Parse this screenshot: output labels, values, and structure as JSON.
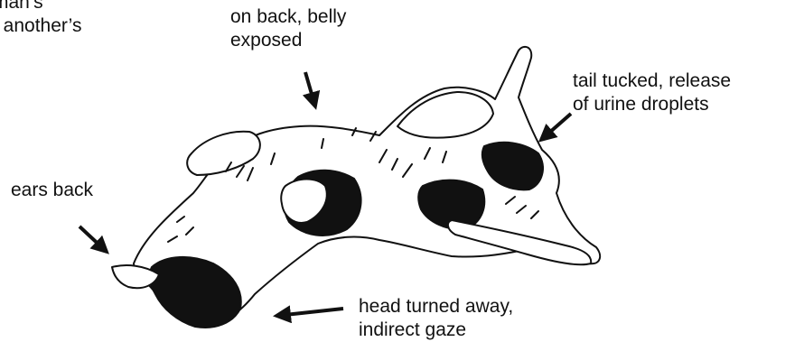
{
  "labels": {
    "top_left_partial": "man’s\nt another’s",
    "on_back": "on back, belly\nexposed",
    "tail": "tail tucked, release\nof urine droplets",
    "ears": "ears back",
    "head": "head turned away,\nindirect gaze"
  },
  "colors": {
    "ink": "#111111",
    "background": "#ffffff"
  },
  "illustration": "dog-lying-on-back"
}
